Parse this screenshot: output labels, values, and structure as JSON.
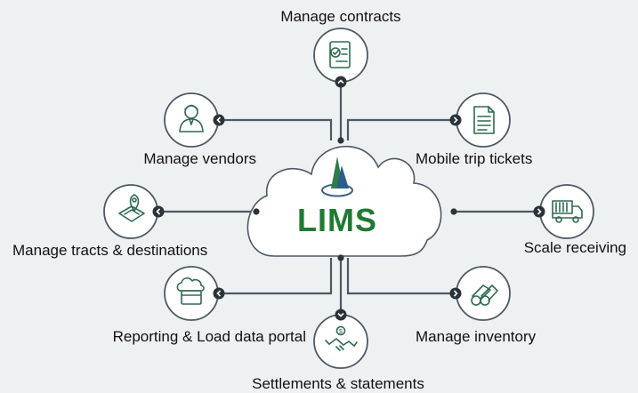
{
  "center": {
    "label": "LIMS",
    "logo_icon": "lims-logo-icon"
  },
  "colors": {
    "line": "#4d5963",
    "icon_green": "#2f6b4f",
    "circle_fill": "#ffffff",
    "label_green": "#1f7a33"
  },
  "nodes": [
    {
      "id": "contracts",
      "label": "Manage contracts",
      "icon": "contract-icon"
    },
    {
      "id": "vendors",
      "label": "Manage vendors",
      "icon": "vendor-person-icon"
    },
    {
      "id": "trip",
      "label": "Mobile trip tickets",
      "icon": "document-icon"
    },
    {
      "id": "tracts",
      "label": "Manage tracts & destinations",
      "icon": "map-pin-icon"
    },
    {
      "id": "scale",
      "label": "Scale receiving",
      "icon": "truck-icon"
    },
    {
      "id": "reporting",
      "label": "Reporting & Load data portal",
      "icon": "cloud-portal-icon"
    },
    {
      "id": "inventory",
      "label": "Manage inventory",
      "icon": "logs-icon"
    },
    {
      "id": "settlements",
      "label": "Settlements & statements",
      "icon": "handshake-icon"
    }
  ]
}
